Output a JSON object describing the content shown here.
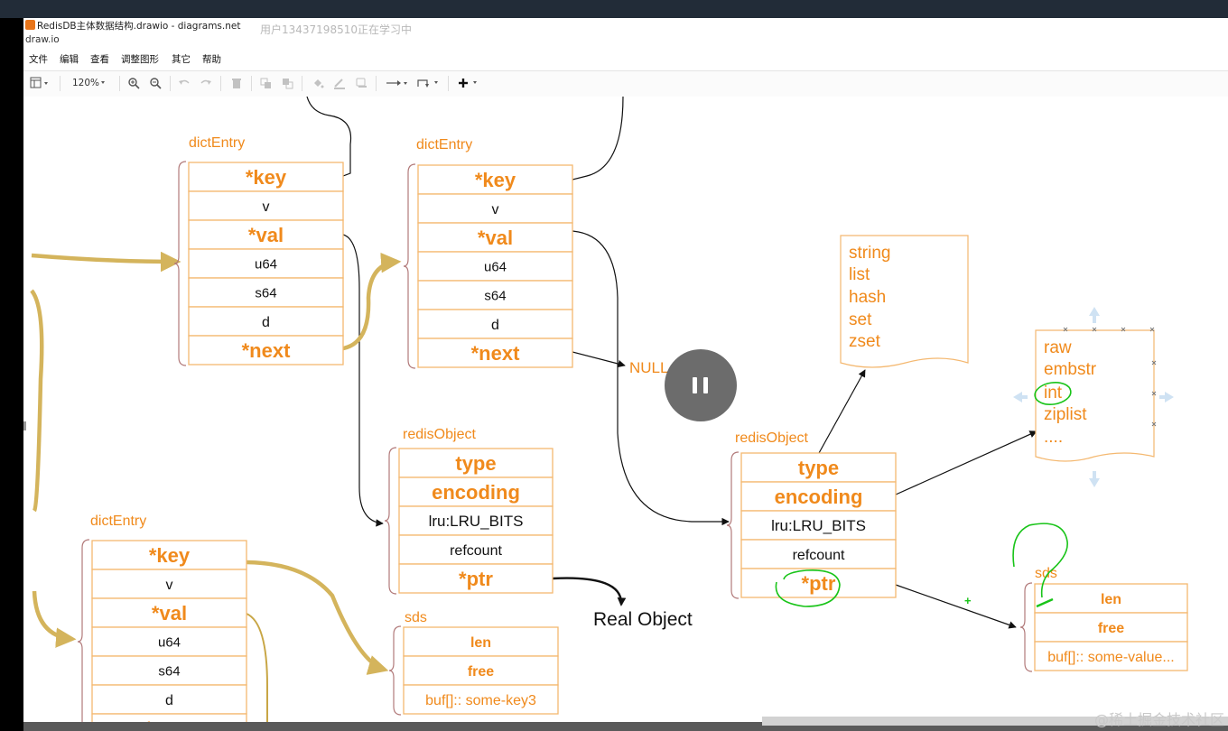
{
  "window": {
    "title": "RedisDB主体数据结构.drawio - diagrams.net",
    "subtitle": "draw.io",
    "user_overlay": "用户13437198510正在学习中"
  },
  "menu": [
    "文件",
    "编辑",
    "查看",
    "调整图形",
    "其它",
    "帮助"
  ],
  "toolbar": {
    "zoom": "120%",
    "icons": [
      "format-panel-icon",
      "zoom-in-icon",
      "zoom-out-icon",
      "undo-icon",
      "redo-icon",
      "delete-icon",
      "to-front-icon",
      "to-back-icon",
      "fill-color-icon",
      "line-color-icon",
      "shadow-icon",
      "connection-icon",
      "waypoints-icon",
      "insert-icon"
    ]
  },
  "diagram": {
    "dictentry_title": "dictEntry",
    "dictentry_fields": [
      "*key",
      "v",
      "*val",
      "u64",
      "s64",
      "d",
      "*next"
    ],
    "redisobject_title": "redisObject",
    "redisobject_fields": [
      "type",
      "encoding",
      "lru:LRU_BITS",
      "refcount",
      "*ptr"
    ],
    "sds_title": "sds",
    "sds_fields_left": [
      "len",
      "free",
      "buf[]:: some-key3"
    ],
    "sds_fields_right": [
      "len",
      "free",
      "buf[]:: some-value..."
    ],
    "types_list": [
      "string",
      "list",
      "hash",
      "set",
      "zset"
    ],
    "encodings_list": [
      "raw",
      "embstr",
      "int",
      "ziplist",
      "...."
    ],
    "null_label": "NULL",
    "real_object_label": "Real Object",
    "plus_mark": "+"
  },
  "colors": {
    "accent_orange": "#f08a1c",
    "box_border": "#f4b870",
    "bracket": "#b27a7a",
    "gold_arrow": "#d4b45c",
    "annotation_green": "#19c419",
    "handle_blue": "#cfe2f3"
  },
  "footer_watermark": "@稀土掘金技术社区"
}
